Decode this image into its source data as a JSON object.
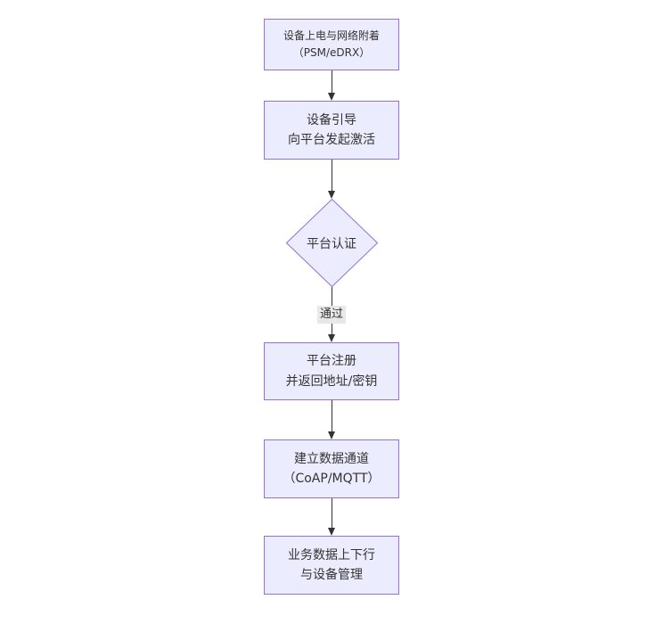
{
  "theme": {
    "canvas_bg": "#ffffff",
    "node_fill": "#ECECFF",
    "node_border": "#9370DB",
    "edge_color": "#333333",
    "edge_label_bg": "#e8e8e8",
    "text_color": "#333333"
  },
  "diagram": {
    "type": "flowchart",
    "direction": "top-down",
    "nodes": [
      {
        "id": "A",
        "shape": "rect",
        "lines": [
          "设备上电与网络附着",
          "（PSM/eDRX）"
        ]
      },
      {
        "id": "B",
        "shape": "rect",
        "lines": [
          "设备引导",
          "向平台发起激活"
        ]
      },
      {
        "id": "C",
        "shape": "diamond",
        "lines": [
          "平台认证"
        ]
      },
      {
        "id": "D",
        "shape": "rect",
        "lines": [
          "平台注册",
          "并返回地址/密钥"
        ]
      },
      {
        "id": "E",
        "shape": "rect",
        "lines": [
          "建立数据通道",
          "（CoAP/MQTT）"
        ]
      },
      {
        "id": "F",
        "shape": "rect",
        "lines": [
          "业务数据上下行",
          "与设备管理"
        ]
      }
    ],
    "edges": [
      {
        "from": "A",
        "to": "B",
        "label": ""
      },
      {
        "from": "B",
        "to": "C",
        "label": ""
      },
      {
        "from": "C",
        "to": "D",
        "label": "通过"
      },
      {
        "from": "D",
        "to": "E",
        "label": ""
      },
      {
        "from": "E",
        "to": "F",
        "label": ""
      }
    ]
  }
}
